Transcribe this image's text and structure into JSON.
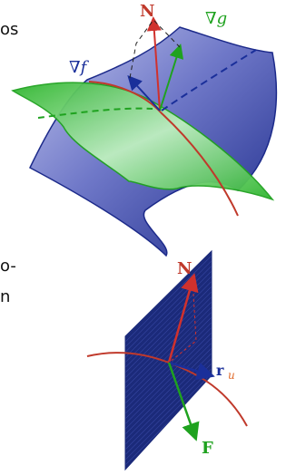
{
  "fragments": {
    "top": "os",
    "mid1": "o-",
    "mid2": "n"
  },
  "top_figure": {
    "label_N": "N",
    "label_grad_g": "∇g",
    "label_grad_f": "∇f"
  },
  "bottom_figure": {
    "label_N": "N",
    "label_r": "r",
    "label_r_sub": "u",
    "label_F": "F"
  },
  "colors": {
    "blue_surface_dark": "#1c2a8a",
    "blue_surface_light": "#aab0e6",
    "green_surface": "#3fc13f",
    "green_light": "#c8efc8",
    "curve_red": "#c0392b",
    "normal_red": "#d0312d",
    "vector_green": "#1fa21f",
    "vector_blue": "#1a2f9a",
    "plane_navy": "#1b2a7a"
  }
}
